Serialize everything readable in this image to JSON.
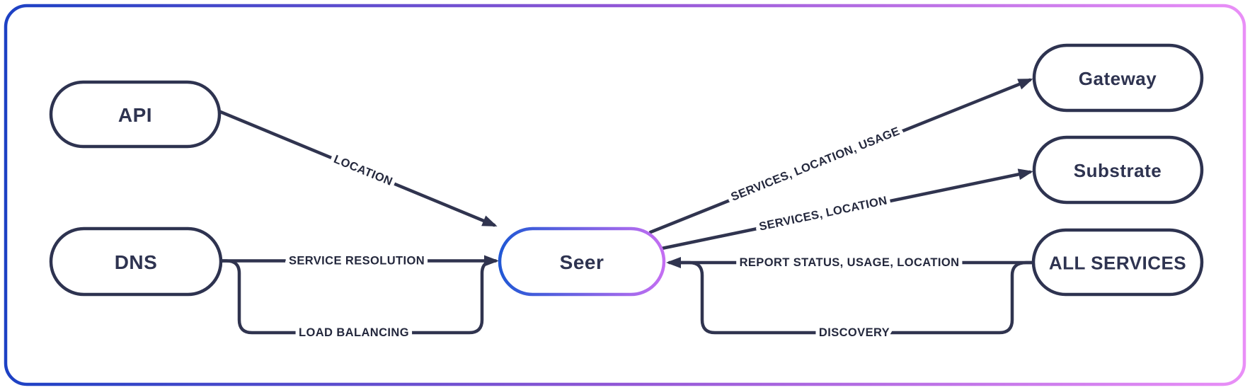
{
  "diagram": {
    "nodes": [
      {
        "id": "api",
        "label": "API"
      },
      {
        "id": "dns",
        "label": "DNS"
      },
      {
        "id": "seer",
        "label": "Seer"
      },
      {
        "id": "gateway",
        "label": "Gateway"
      },
      {
        "id": "substrate",
        "label": "Substrate"
      },
      {
        "id": "all-services",
        "label": "ALL SERVICES"
      }
    ],
    "edges": [
      {
        "from": "api",
        "to": "seer",
        "label": "LOCATION"
      },
      {
        "from": "dns",
        "to": "seer",
        "label": "SERVICE RESOLUTION"
      },
      {
        "from": "dns",
        "to": "seer",
        "label": "LOAD BALANCING"
      },
      {
        "from": "seer",
        "to": "gateway",
        "label": "SERVICES, LOCATION, USAGE"
      },
      {
        "from": "seer",
        "to": "substrate",
        "label": "SERVICES, LOCATION"
      },
      {
        "from": "all-services",
        "to": "seer",
        "label": "REPORT STATUS, USAGE, LOCATION"
      },
      {
        "from": "all-services",
        "to": "seer",
        "label": "DISCOVERY"
      }
    ],
    "colors": {
      "ink": "#30344f",
      "node_border": "#2e3350",
      "background": "#ffffff",
      "frame_gradient_start": "#1d41c4",
      "frame_gradient_mid": "#9257d6",
      "frame_gradient_end": "#e98ff7",
      "seer_gradient_start": "#2158d5",
      "seer_gradient_end": "#c46ef2"
    }
  }
}
